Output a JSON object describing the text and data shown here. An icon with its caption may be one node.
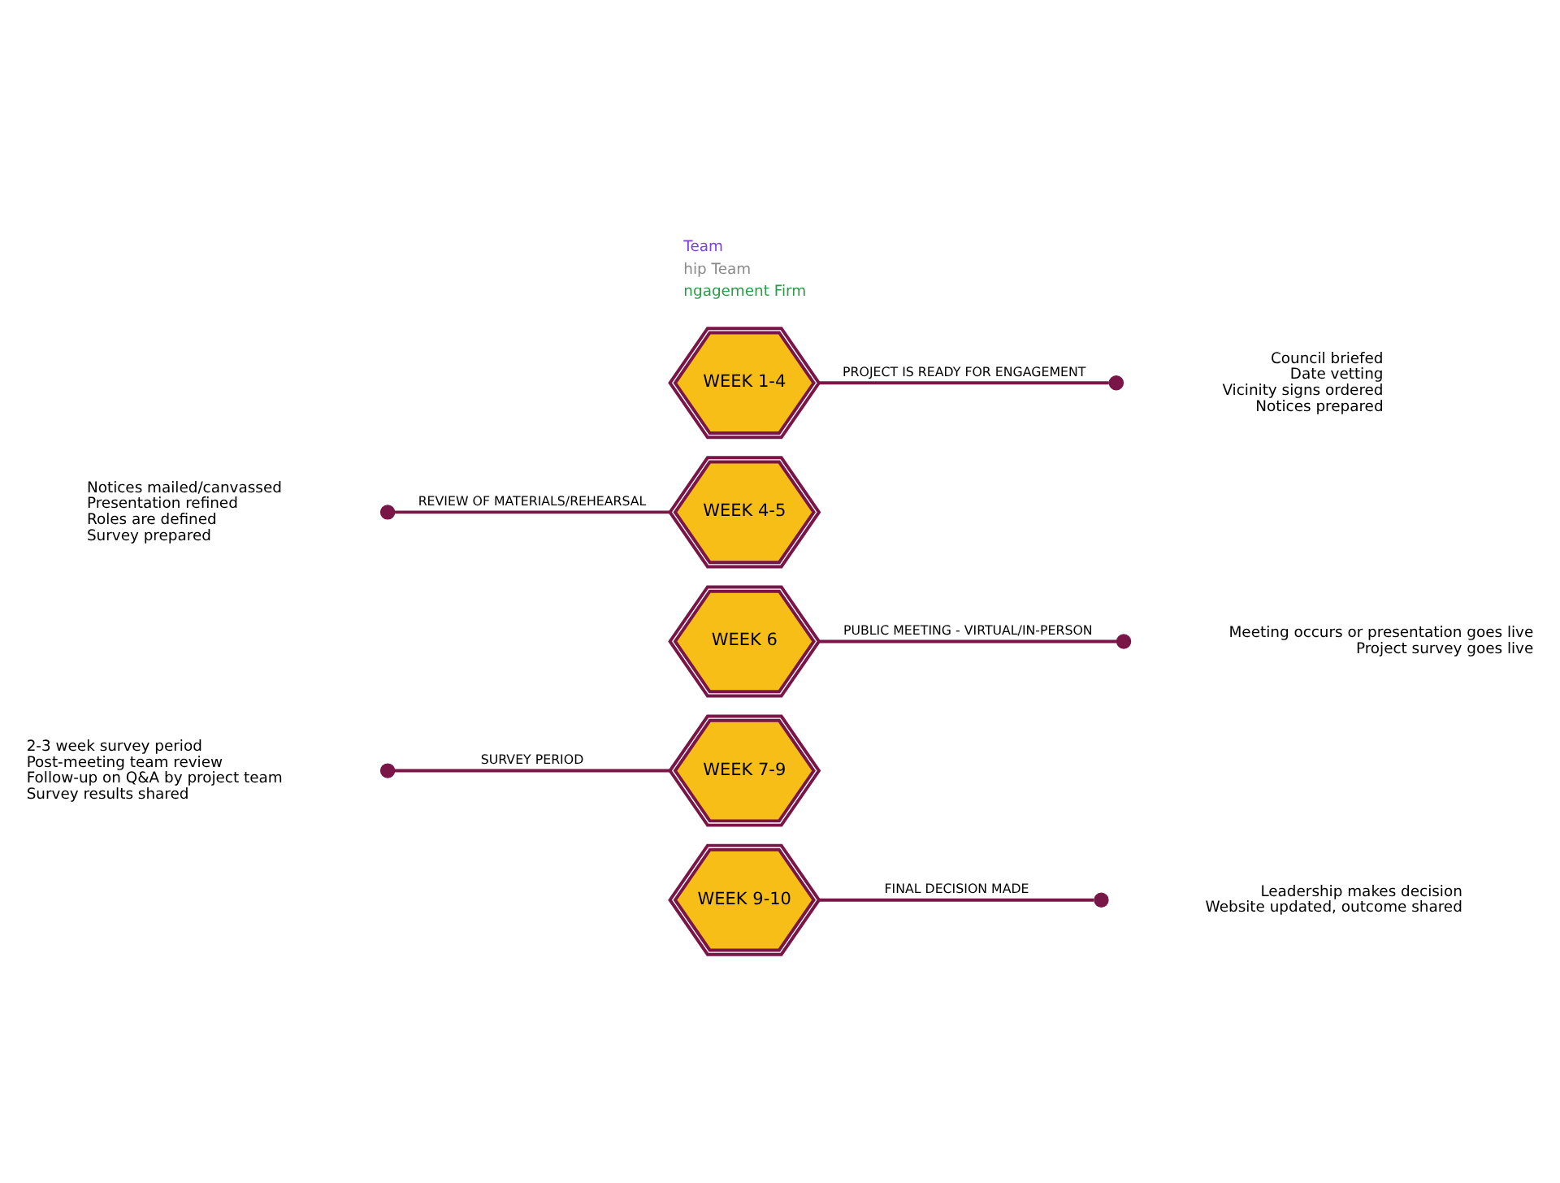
{
  "diagram": {
    "nodes": [
      {
        "text": [
          "WEEK 1-4"
        ]
      },
      {
        "text": [],
        "shape": "circle",
        "beside": [
          "Council briefed",
          "Date vetting",
          "Vicinity signs ordered",
          "Notices prepared"
        ]
      },
      {
        "text": [
          "WEEK 4-5"
        ]
      },
      {
        "text": [],
        "shape": "circle",
        "beside": [
          "Notices mailed/canvassed",
          "Presentation refined",
          "Roles are defined",
          "Survey prepared"
        ]
      },
      {
        "text": [
          "WEEK 6"
        ]
      },
      {
        "text": [],
        "shape": "circle",
        "beside": [
          "Meeting occurs or presentation goes live",
          "Project survey goes live"
        ]
      },
      {
        "text": [
          "WEEK 7-9"
        ]
      },
      {
        "text": [],
        "shape": "circle",
        "beside": [
          "2-3 week survey period",
          "Post-meeting team review",
          "Follow-up on Q&A by project team",
          "Survey results shared"
        ]
      },
      {
        "text": [
          "WEEK 9-10"
        ]
      },
      {
        "text": [],
        "shape": "circle",
        "beside": [
          "Leadership makes decision",
          "Website updated, outcome shared"
        ]
      }
    ],
    "edges": [
      {
        "from": 0,
        "to": 1,
        "arrow": "none",
        "label": "PROJECT IS READY FOR ENGAGEMENT"
      },
      {
        "from": 2,
        "to": 3,
        "arrow": "none",
        "label": "REVIEW OF MATERIALS/REHEARSAL"
      },
      {
        "from": 4,
        "to": 5,
        "arrow": "none",
        "label": "PUBLIC MEETING - VIRTUAL/IN-PERSON"
      },
      {
        "from": 6,
        "to": 7,
        "arrow": "none",
        "label": "SURVEY PERIOD"
      },
      {
        "from": 8,
        "to": 9,
        "arrow": "none",
        "label": "FINAL DECISION MADE"
      }
    ],
    "legend": [
      {
        "text": "Team",
        "color": "#7b3fe4"
      },
      {
        "text": "hip Team",
        "color": "#8a8a8a"
      },
      {
        "text": "ngagement Firm",
        "color": "#2e9a48"
      }
    ]
  }
}
